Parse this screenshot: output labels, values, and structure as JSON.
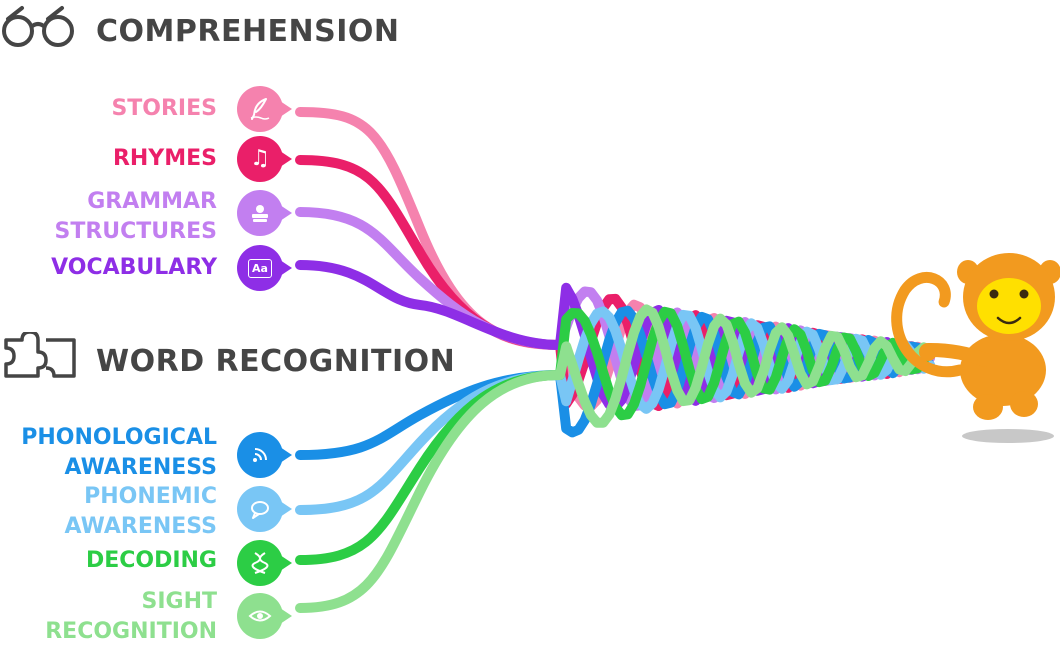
{
  "sections": {
    "comprehension": {
      "title": "COMPREHENSION",
      "icon": "glasses-icon"
    },
    "word_recognition": {
      "title": "WORD RECOGNITION",
      "icon": "puzzle-icon"
    }
  },
  "skills": [
    {
      "label": "STORIES",
      "color": "#f582ae",
      "icon": "feather-icon"
    },
    {
      "label": "RHYMES",
      "color": "#ea1f69",
      "icon": "music-note-icon"
    },
    {
      "label": "GRAMMAR STRUCTURES",
      "line1": "GRAMMAR",
      "line2": "STRUCTURES",
      "color": "#c27ff0",
      "icon": "books-icon"
    },
    {
      "label": "VOCABULARY",
      "color": "#8e2ee6",
      "icon": "dictionary-icon",
      "icon_text": "Aa"
    },
    {
      "label": "PHONOLOGICAL AWARENESS",
      "line1": "PHONOLOGICAL",
      "line2": "AWARENESS",
      "color": "#1a8fe6",
      "icon": "sound-waves-icon"
    },
    {
      "label": "PHONEMIC AWARENESS",
      "line1": "PHONEMIC",
      "line2": "AWARENESS",
      "color": "#79c6f5",
      "icon": "speech-bubble-icon"
    },
    {
      "label": "DECODING",
      "color": "#2ccd45",
      "icon": "dna-icon"
    },
    {
      "label": "SIGHT RECOGNITION",
      "line1": "SIGHT",
      "line2": "RECOGNITION",
      "color": "#8ee08f",
      "icon": "eye-icon"
    }
  ],
  "colors": {
    "heading": "#454545",
    "monkey_body": "#f29a1f",
    "monkey_face": "#ffe000"
  }
}
